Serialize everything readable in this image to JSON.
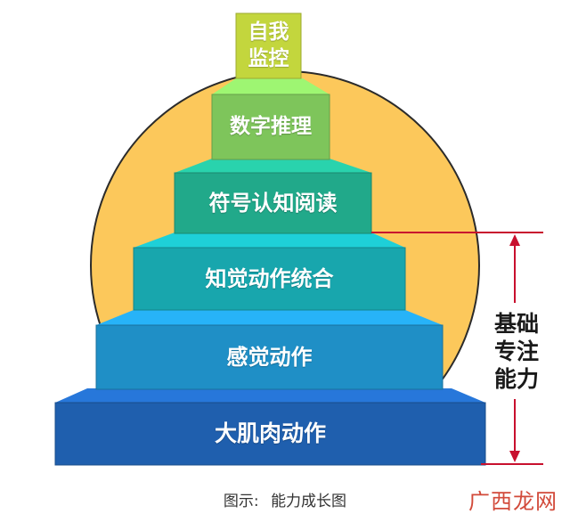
{
  "tiers": [
    {
      "label": "大肌肉动作",
      "color": "#1f5fae"
    },
    {
      "label": "感觉动作",
      "color": "#1f8fc6"
    },
    {
      "label": "知觉动作统合",
      "color": "#18a6ad"
    },
    {
      "label": "符号认知阅读",
      "color": "#21a98a"
    },
    {
      "label": "数字推理",
      "color": "#7ec55b"
    },
    {
      "label": "自我监控",
      "label_lines": [
        "自我",
        "监控"
      ],
      "color": "#c3d63d"
    }
  ],
  "side_label_lines": [
    "基础",
    "专注",
    "能力"
  ],
  "caption": {
    "prefix": "图示:",
    "text": "能力成长图"
  },
  "watermark": "广西龙网",
  "colors": {
    "sun": "#fcc85b",
    "sun_outline": "#2b2b2b",
    "bracket": "#c8102e"
  }
}
